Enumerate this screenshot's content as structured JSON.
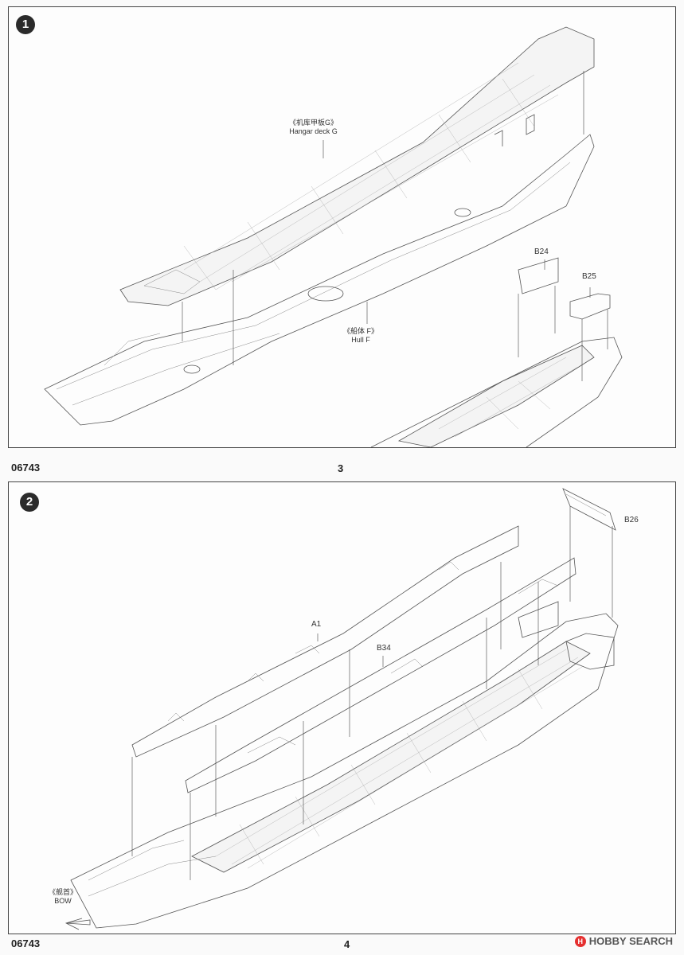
{
  "doc_code": "06743",
  "steps": [
    {
      "number": "1",
      "page_number": "3",
      "labels": {
        "hangar_deck_cn": "《机库甲板G》",
        "hangar_deck_en": "Hangar deck G",
        "hull_cn": "《船体 F》",
        "hull_en": "Hull F",
        "part_b24": "B24",
        "part_b25": "B25"
      }
    },
    {
      "number": "2",
      "page_number": "4",
      "labels": {
        "part_a1": "A1",
        "part_b34": "B34",
        "part_b26": "B26",
        "bow_cn": "《舰首》",
        "bow_en": "BOW"
      }
    }
  ],
  "watermark": {
    "logo_text": "H",
    "text": "HOBBY SEARCH"
  }
}
